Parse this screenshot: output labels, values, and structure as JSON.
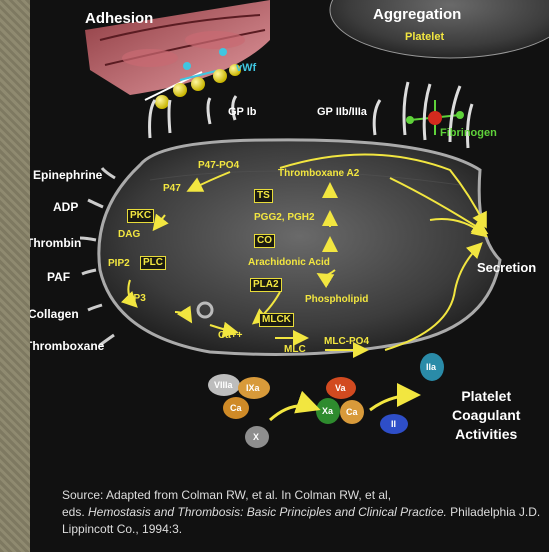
{
  "headings": {
    "adhesion": "Adhesion",
    "aggregation": "Aggregation",
    "platelet": "Platelet",
    "secretion": "Secretion"
  },
  "receptors": {
    "vwf": "vWf",
    "gpib": "GP Ib",
    "gpiib": "GP IIb/IIIa",
    "fibrinogen": "Fibrinogen"
  },
  "agonists": [
    "Epinephrine",
    "ADP",
    "Thrombin",
    "PAF",
    "Collagen",
    "Thromboxane"
  ],
  "pathway": {
    "p47po4": "P47-PO4",
    "p47": "P47",
    "pkc": "PKC",
    "dag": "DAG",
    "pip2": "PIP2",
    "plc": "PLC",
    "ip3": "I P3",
    "ca": "Ca++",
    "mlck": "MLCK",
    "mlc": "MLC",
    "mlcpo4": "MLC-PO4",
    "txa2": "Thromboxane A2",
    "ts": "TS",
    "pgg": "PGG2, PGH2",
    "co": "CO",
    "aa": "Arachidonic Acid",
    "pla2": "PLA2",
    "phospholipid": "Phospholipid"
  },
  "factors": {
    "viiia": "VIIIa",
    "ixa": "IXa",
    "ca1": "Ca",
    "x": "X",
    "va": "Va",
    "xa": "Xa",
    "ca2": "Ca",
    "iia": "IIa",
    "ii": "II"
  },
  "coagulant": {
    "line1": "Platelet",
    "line2": "Coagulant",
    "line3": "Activities"
  },
  "source": {
    "line1": "Source: Adapted from Colman RW, et al.  In Colman RW, et al,",
    "eds": "eds. ",
    "title": "Hemostasis and Thrombosis: Basic Principles and Clinical Practice.",
    "publisher": " Philadelphia J.D. Lippincott Co., 1994:3."
  },
  "colors": {
    "yellow": "#f2e640",
    "cyan": "#3fc6e0",
    "green": "#5fd23a",
    "red": "#d32b1e"
  }
}
